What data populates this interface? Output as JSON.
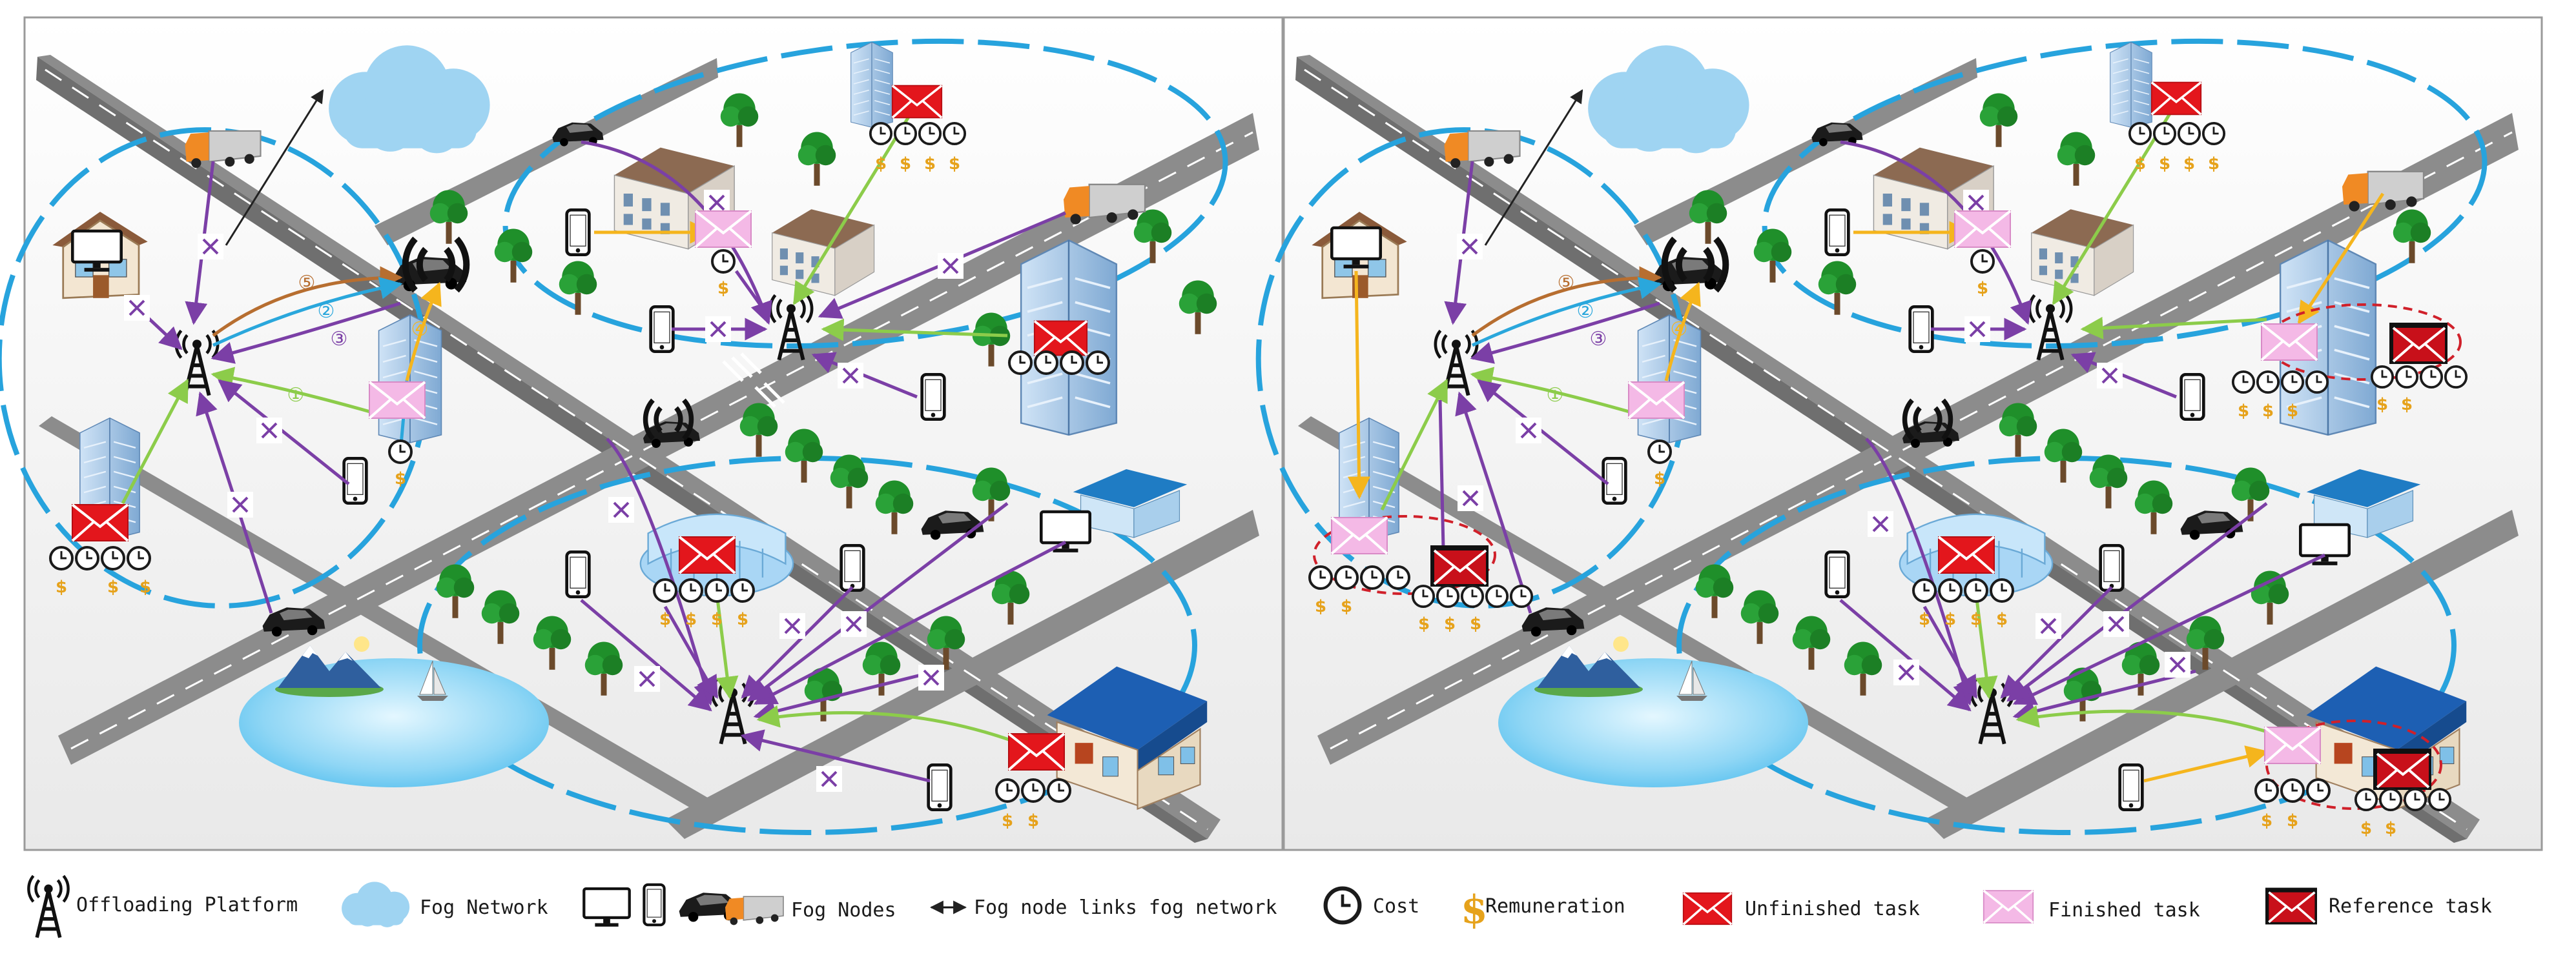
{
  "legend": {
    "offloading_platform": "Offloading Platform",
    "fog_network": "Fog Network",
    "fog_nodes": "Fog Nodes",
    "link": "Fog node links fog network",
    "cost": "Cost",
    "remuneration": "Remuneration",
    "unfinished_task": "Unfinished task",
    "finished_task": "Finished task",
    "reference_task": "Reference task"
  },
  "step_markers": [
    "①",
    "②",
    "③",
    "④",
    "⑤"
  ],
  "colors": {
    "road": "#8c8c8c",
    "road_dark": "#6f6f6f",
    "cluster_border": "#27a3dd",
    "offload_link": "#7b3fa6",
    "finish_link": "#8ccc4a",
    "reference_link": "#f5b51d",
    "link_step_1": "#8ccc4a",
    "link_step_2": "#2aa7dc",
    "link_step_3": "#7b3fa6",
    "link_step_4": "#f5b51d",
    "link_step_5": "#b76e30",
    "unfinished_task": "#e3161c",
    "finished_task": "#f4b9e6",
    "reference_task": "#c8101a",
    "money": "#e6a21b",
    "lake": "#8fd6f5"
  },
  "icons": [
    "antenna-icon",
    "cloud-icon",
    "monitor-icon",
    "phone-icon",
    "car-icon",
    "truck-icon",
    "clock-icon",
    "dollar-icon",
    "envelope-icon",
    "building-icon",
    "house-icon",
    "tree-icon",
    "mountain-icon",
    "sailboat-icon",
    "blocked-link-icon"
  ]
}
